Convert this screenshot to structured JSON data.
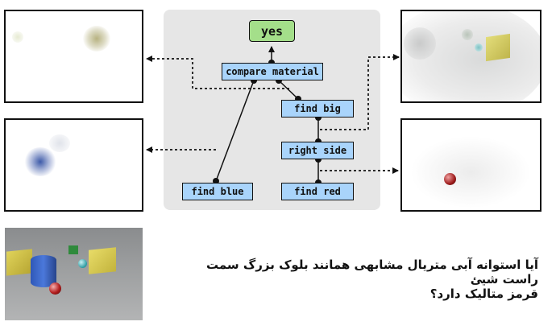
{
  "nodes": {
    "answer": "yes",
    "compare_material": "compare material",
    "find_big": "find big",
    "right_side": "right side",
    "find_blue": "find blue",
    "find_red": "find red"
  },
  "question": {
    "line1": "آیا استوانه آبی متریال مشابهی همانند بلوک بزرگ سمت راست شیئ",
    "line2": "قرمز متالیک دارد؟"
  },
  "colors": {
    "module_fill": "#a9d4fb",
    "answer_fill": "#a4df8a",
    "panel_bg": "#e6e6e6"
  }
}
